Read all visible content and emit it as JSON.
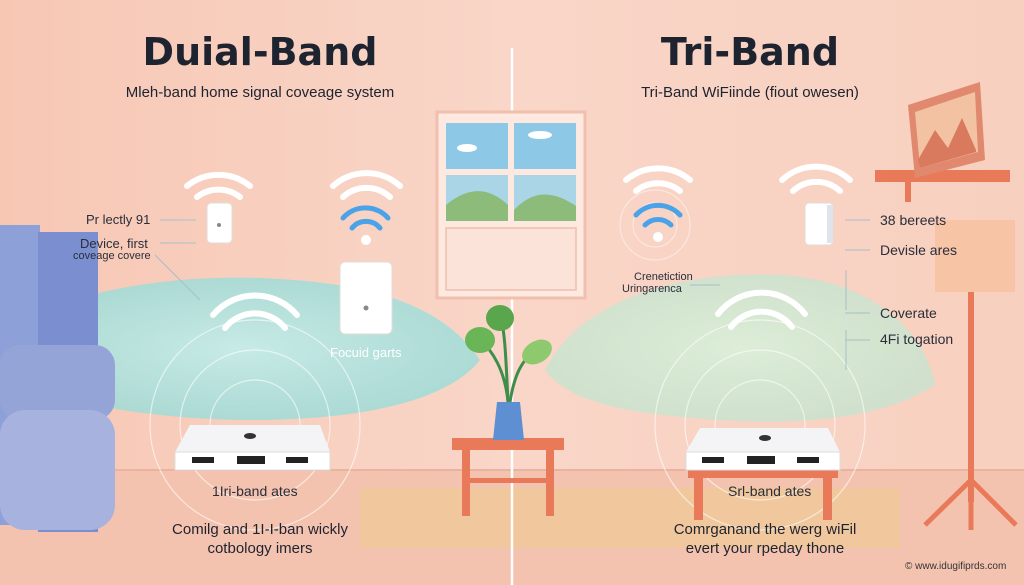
{
  "left": {
    "title": "Duial-Band",
    "subtitle": "Mleh-band home signal coveage system",
    "label_1": "Pr lectly 91",
    "label_2a": "Device, first",
    "label_2b": "coveage covere",
    "center_label": "Focuid garts",
    "router_label": "1Iri-band ates",
    "bottom_1": "Comilg and 1I-I-ban wickly",
    "bottom_2": "cotbology imers"
  },
  "right": {
    "title": "Tri-Band",
    "subtitle": "Tri-Band WiFiinde (fiout owesen)",
    "label_1a": "Crenetiction",
    "label_1b": "Uringarenca",
    "right_1": "38 bereets",
    "right_2": "Devisle ares",
    "right_3": "Coverate",
    "right_4": "4Fi togation",
    "router_label": "Srl-band ates",
    "bottom_1": "Comrganand the werg wiFil",
    "bottom_2": "evert your rpeday thone"
  },
  "credit": "© www.idugifiprds.com",
  "colors": {
    "background": "#f6c9b6",
    "signal_left": "#9fdcd8",
    "signal_right": "#c8e6d0",
    "wifi_blue": "#4aa3e8",
    "table": "#e87a5a",
    "sofa": "#7b8fd0"
  }
}
